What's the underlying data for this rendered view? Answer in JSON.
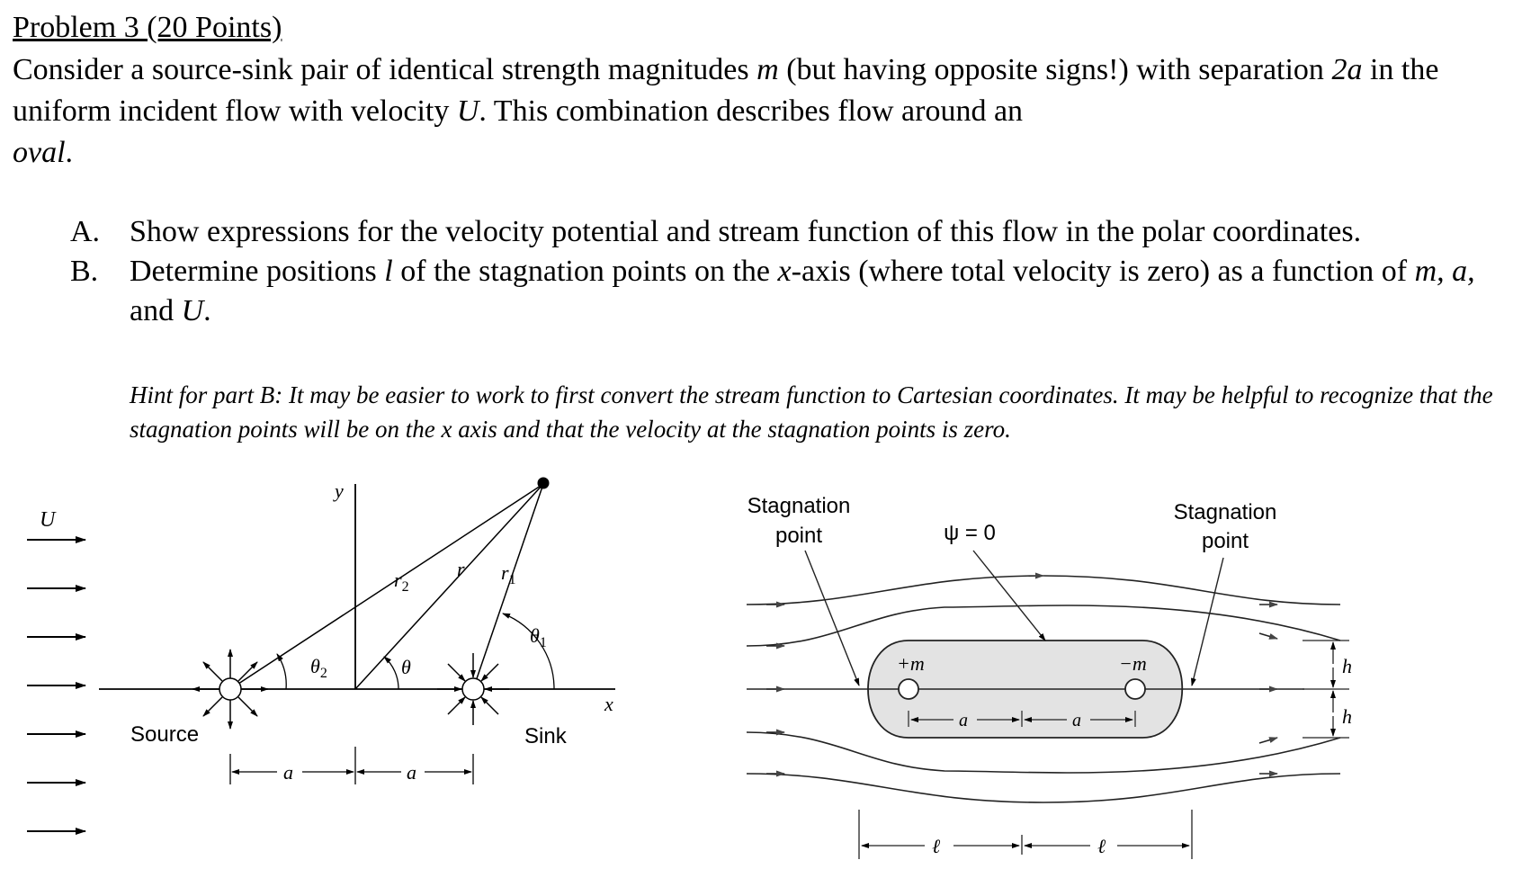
{
  "problem": {
    "title": "Problem 3 (20 Points)",
    "intro_1": "Consider a source-sink pair of identical strength magnitudes ",
    "intro_m": "m",
    "intro_2": " (but having opposite signs!) with separation ",
    "intro_2a": "2a",
    "intro_3": " in the uniform incident flow with velocity ",
    "intro_U": "U",
    "intro_4": ". This combination describes flow around an ",
    "intro_oval": "oval",
    "intro_5": "."
  },
  "parts": {
    "a_label": "A.",
    "a_text": "Show expressions for the velocity potential and stream function of this flow in the polar coordinates.",
    "b_label": "B.",
    "b_text_1": "Determine positions ",
    "b_l": "l",
    "b_text_2": " of the stagnation points on the ",
    "b_x": "x",
    "b_text_3": "-axis (where total velocity is zero) as a function of ",
    "b_vars": "m, a,",
    "b_text_4": " and ",
    "b_U": "U",
    "b_text_5": ".",
    "hint": "Hint for part B:  It may be easier to work to first convert the stream function to Cartesian coordinates.  It may be helpful to recognize that the stagnation points will be on the x axis and that the velocity at the stagnation points is zero."
  },
  "figure_left": {
    "U": "U",
    "y": "y",
    "x": "x",
    "r2": "r",
    "r2_sub": "2",
    "r": "r",
    "r1": "r",
    "r1_sub": "1",
    "theta1": "θ",
    "theta1_sub": "1",
    "theta2": "θ",
    "theta2_sub": "2",
    "theta": "θ",
    "source": "Source",
    "sink": "Sink",
    "a1": "a",
    "a2": "a"
  },
  "figure_right": {
    "stag_left_1": "Stagnation",
    "stag_left_2": "point",
    "psi": "ψ = 0",
    "stag_right_1": "Stagnation",
    "stag_right_2": "point",
    "plus_m": "+m",
    "minus_m": "−m",
    "a1": "a",
    "a2": "a",
    "h1": "h",
    "h2": "h",
    "l1": "ℓ",
    "l2": "ℓ"
  }
}
